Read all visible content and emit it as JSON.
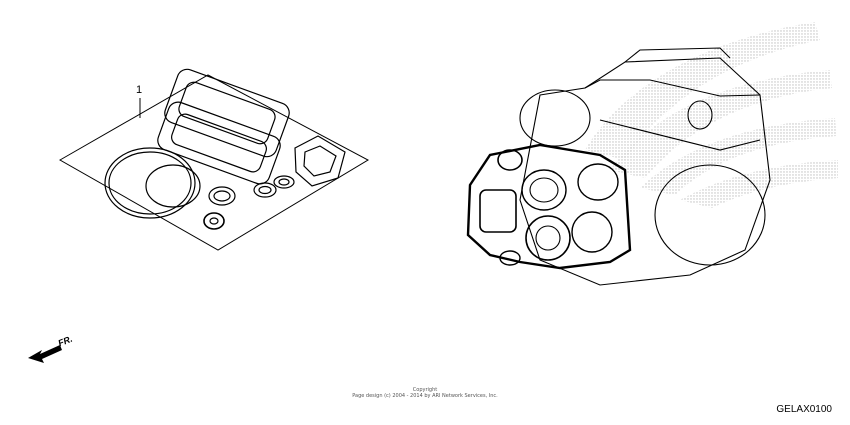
{
  "diagram": {
    "callout_number": "1",
    "direction_label": "FR.",
    "copyright_line1": "Copyright",
    "copyright_line2": "Page design (c) 2004 - 2014 by ARI Network Services, Inc.",
    "diagram_code": "GELAX0100"
  },
  "icons": {
    "direction_arrow": "front-direction-arrow-icon",
    "brand_watermark": "honda-wing-watermark"
  },
  "colors": {
    "line": "#000000",
    "watermark": "#c8c8c8",
    "background": "#ffffff"
  }
}
